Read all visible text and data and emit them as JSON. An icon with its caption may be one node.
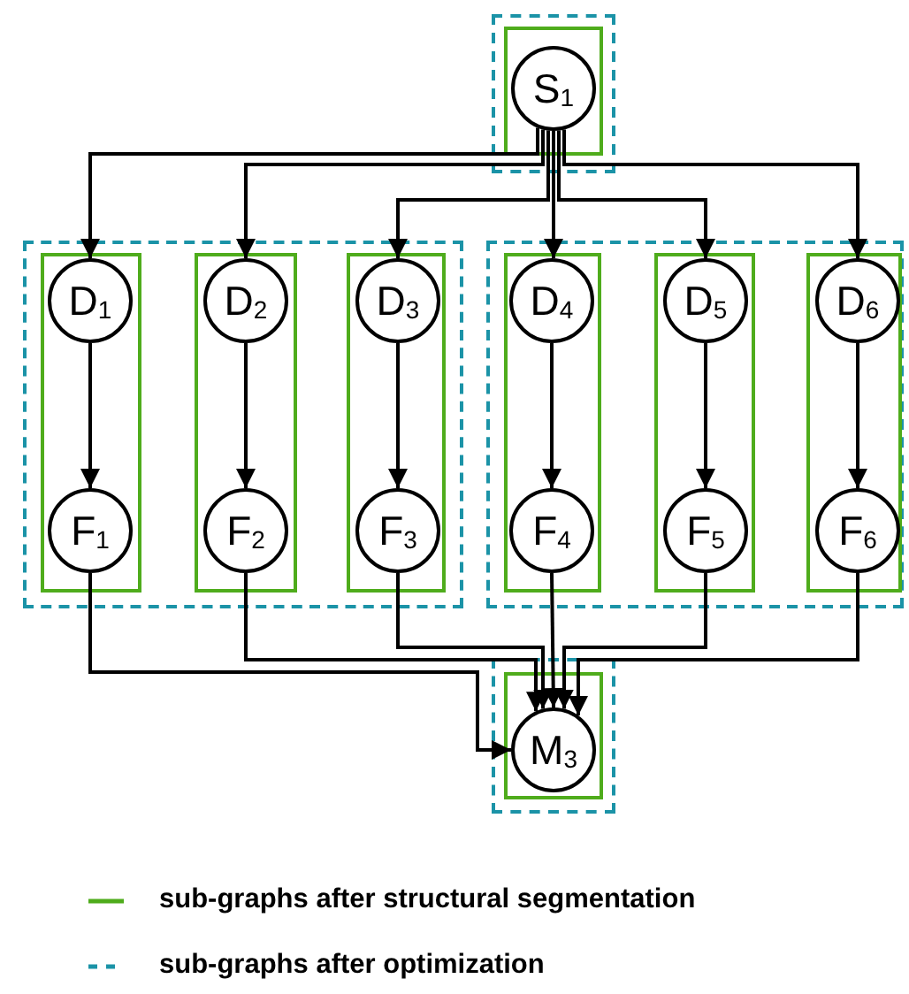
{
  "diagram": {
    "nodes": [
      {
        "text": [],
        "shape": "box"
      },
      {
        "text": [],
        "shape": "box",
        "in": 0
      },
      {
        "text": [
          "S$_{1}$"
        ],
        "in": 1
      },
      {
        "text": [],
        "shape": "box"
      },
      {
        "text": [],
        "shape": "box",
        "in": 3
      },
      {
        "text": [
          "D$_{1}$"
        ],
        "in": 4
      },
      {
        "text": [
          "F$_{1}$"
        ],
        "in": 4
      },
      {
        "text": [],
        "shape": "box",
        "in": 3
      },
      {
        "text": [
          "D$_{2}$"
        ],
        "in": 7
      },
      {
        "text": [
          "F$_{2}$"
        ],
        "in": 7
      },
      {
        "text": [],
        "shape": "box",
        "in": 3
      },
      {
        "text": [
          "D$_{3}$"
        ],
        "in": 10
      },
      {
        "text": [
          "F$_{3}$"
        ],
        "in": 10
      },
      {
        "text": [],
        "shape": "box"
      },
      {
        "text": [],
        "shape": "box",
        "in": 13
      },
      {
        "text": [
          "D$_{4}$"
        ],
        "in": 14
      },
      {
        "text": [
          "F$_{4}$"
        ],
        "in": 14
      },
      {
        "text": [],
        "shape": "box",
        "in": 13
      },
      {
        "text": [
          "D$_{5}$"
        ],
        "in": 17
      },
      {
        "text": [
          "F$_{5}$"
        ],
        "in": 17
      },
      {
        "text": [],
        "shape": "box",
        "in": 13
      },
      {
        "text": [
          "D$_{6}$"
        ],
        "in": 20
      },
      {
        "text": [
          "F$_{6}$"
        ],
        "in": 20
      },
      {
        "text": [],
        "shape": "box"
      },
      {
        "text": [],
        "shape": "box",
        "in": 23
      },
      {
        "text": [
          "M$_{3}$"
        ],
        "in": 24
      }
    ],
    "edges": [
      {
        "from": 2,
        "to": 5,
        "arrow": "to"
      },
      {
        "from": 2,
        "to": 8,
        "arrow": "to"
      },
      {
        "from": 2,
        "to": 11,
        "arrow": "to"
      },
      {
        "from": 2,
        "to": 15,
        "arrow": "to"
      },
      {
        "from": 2,
        "to": 18,
        "arrow": "to"
      },
      {
        "from": 2,
        "to": 21,
        "arrow": "to"
      },
      {
        "from": 5,
        "to": 6,
        "arrow": "to"
      },
      {
        "from": 8,
        "to": 9,
        "arrow": "to"
      },
      {
        "from": 11,
        "to": 12,
        "arrow": "to"
      },
      {
        "from": 15,
        "to": 16,
        "arrow": "to"
      },
      {
        "from": 18,
        "to": 19,
        "arrow": "to"
      },
      {
        "from": 21,
        "to": 22,
        "arrow": "to"
      },
      {
        "from": 6,
        "to": 25,
        "arrow": "to"
      },
      {
        "from": 9,
        "to": 25,
        "arrow": "to"
      },
      {
        "from": 12,
        "to": 25,
        "arrow": "to"
      },
      {
        "from": 16,
        "to": 25,
        "arrow": "to"
      },
      {
        "from": 19,
        "to": 25,
        "arrow": "to"
      },
      {
        "from": 22,
        "to": 25,
        "arrow": "to"
      }
    ],
    "legend": [
      {
        "text": "sub-graphs after structural segmentation"
      },
      {
        "text": "sub-graphs after optimization"
      }
    ]
  }
}
